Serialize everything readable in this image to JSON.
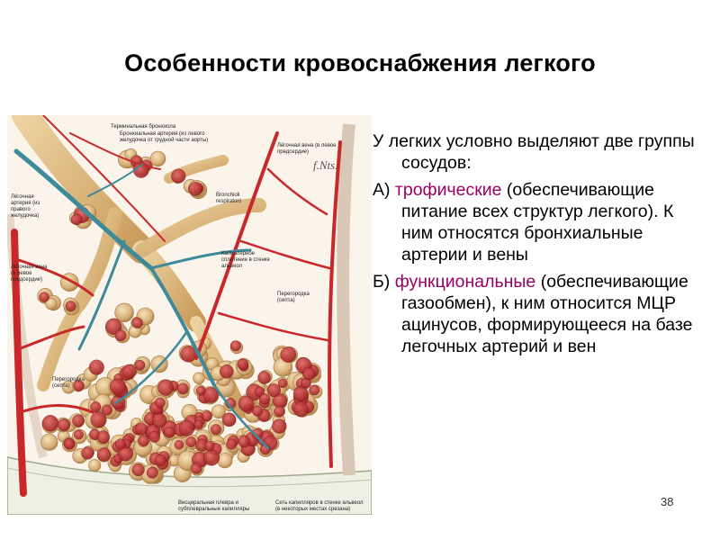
{
  "title": "Особенности кровоснабжения легкого",
  "text": {
    "intro": "У легких условно выделяют две группы сосудов:",
    "a_prefix": "А) ",
    "a_term": "трофические",
    "a_desc": " (обеспечивающие питание всех структур легкого). К ним относятся бронхиальные артерии и вены",
    "b_prefix": "Б) ",
    "b_term": "функциональные",
    "b_desc": " (обеспечивающие газообмен), к ним относится МЦР ацинусов, формирующееся на базе легочных артерий и вен"
  },
  "figure": {
    "labels": {
      "terminal_bronchiole": "Терминальная бронхиола",
      "bronchial_artery_1": "Бронхиальная артерия (из левого",
      "bronchial_artery_2": "желудочка от грудной части аорты)",
      "pulm_vein_top_1": "Лёгочная вена (в левое",
      "pulm_vein_top_2": "предсердие)",
      "pulm_artery_1": "Лёгочная",
      "pulm_artery_2": "артерия (из",
      "pulm_artery_3": "правого",
      "pulm_artery_4": "желудочка)",
      "bronchioli_1": "Bronchioli",
      "bronchioli_2": "respiratorii",
      "capillary_plexus_1": "Капиллярное",
      "capillary_plexus_2": "сплетение в стенке",
      "capillary_plexus_3": "альвеол",
      "pulm_vein_left_1": "Лёгочная вена",
      "pulm_vein_left_2": "(в левое",
      "pulm_vein_left_3": "предсердие)",
      "septum_right_1": "Перегородка",
      "septum_right_2": "(септа)",
      "septum_left_1": "Перегородка",
      "septum_left_2": "(септа)",
      "pleura_1": "Висцеральная плевра и",
      "pleura_2": "субплевральные капилляры",
      "capillary_net_1": "Сеть капилляров в стенке альвеол",
      "capillary_net_2": "(в некоторых местах срезана)"
    }
  },
  "page_number": "38",
  "colors": {
    "accent": "#990066",
    "artery": "#c8282a",
    "vein": "#3d8a9a",
    "bronchus": "#d9b070"
  }
}
